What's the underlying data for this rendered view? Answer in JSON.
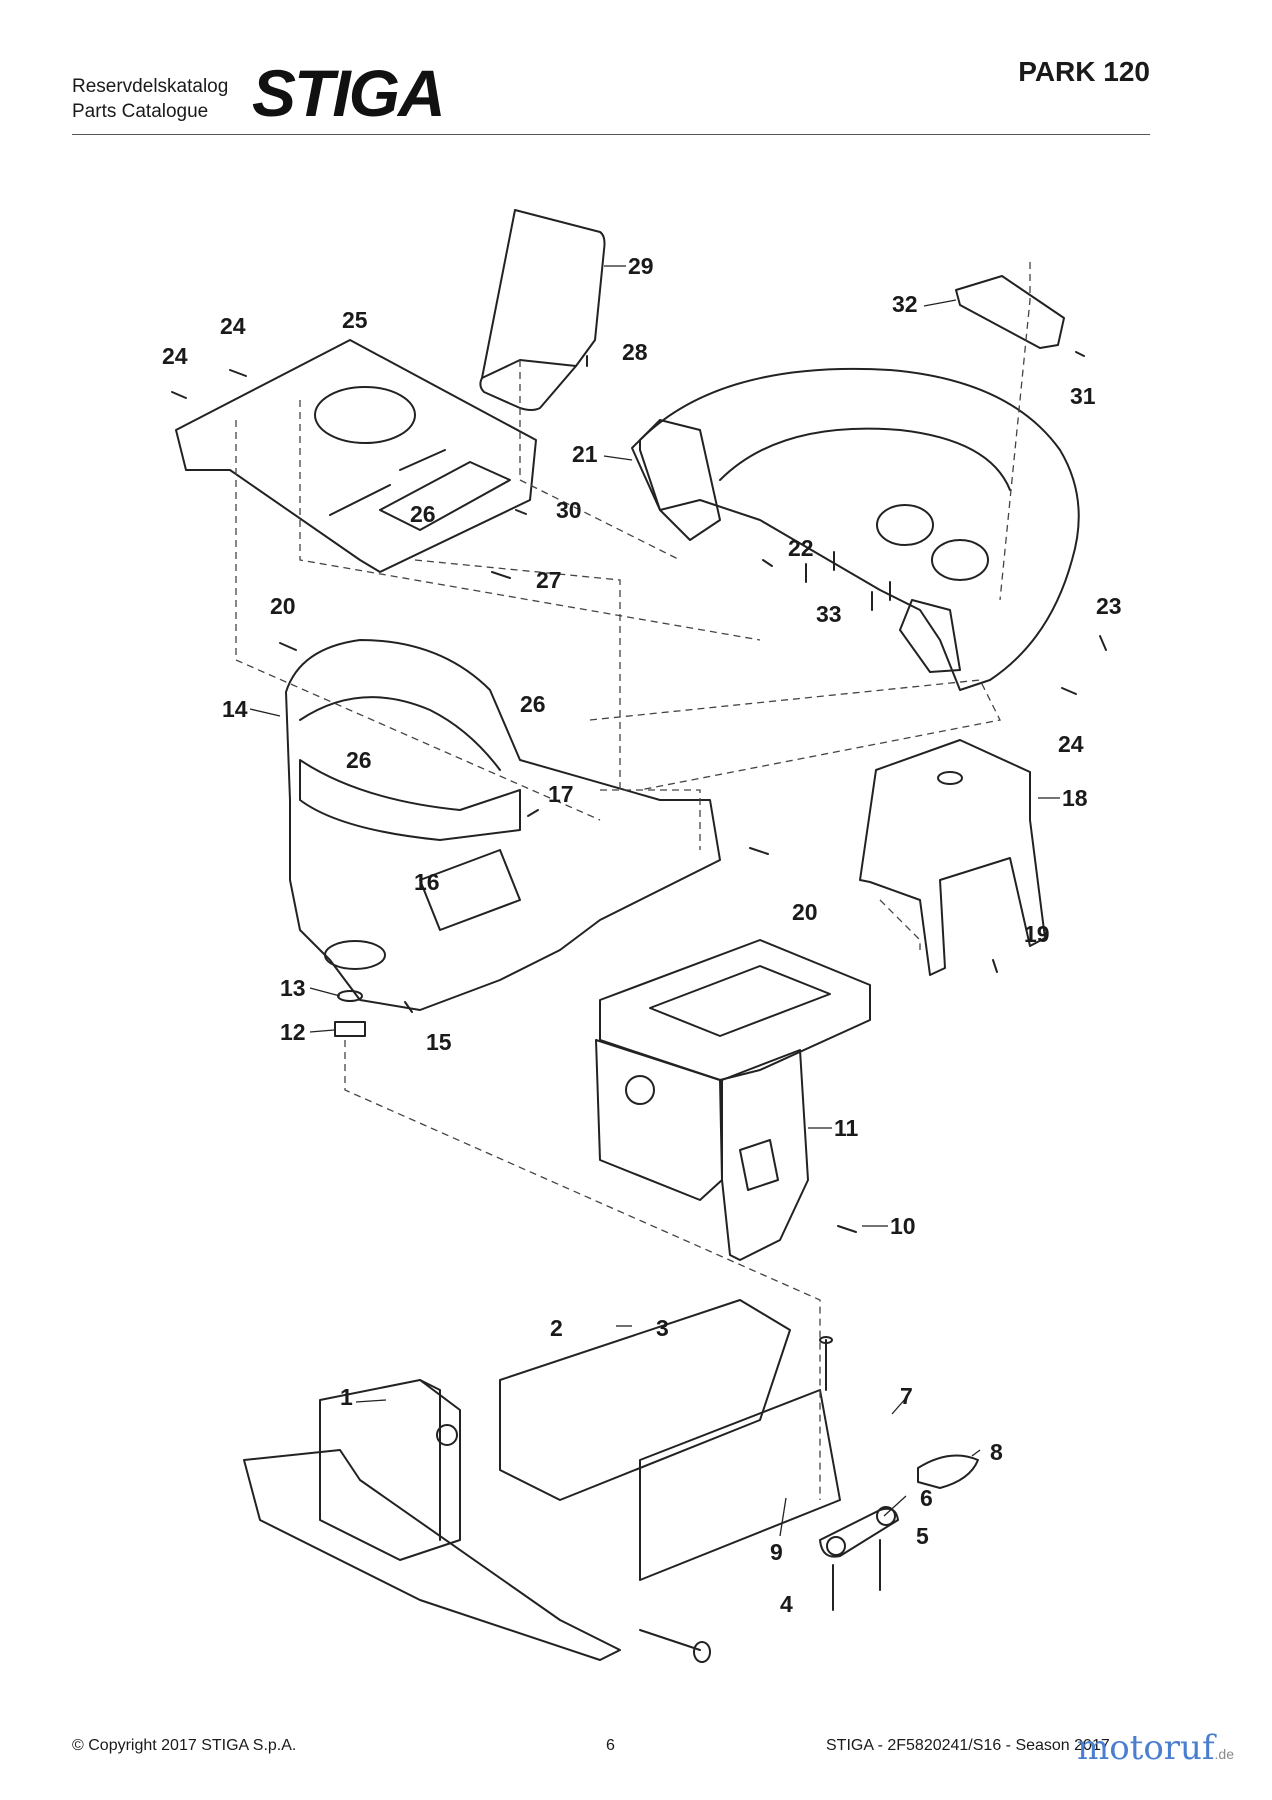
{
  "header": {
    "catalog_line1": "Reservdelskatalog",
    "catalog_line2": "Parts Catalogue",
    "brand": "STIGA",
    "model": "PARK 120"
  },
  "callouts": [
    {
      "id": "c1",
      "label": "1"
    },
    {
      "id": "c2",
      "label": "2"
    },
    {
      "id": "c3",
      "label": "3"
    },
    {
      "id": "c4",
      "label": "4"
    },
    {
      "id": "c5",
      "label": "5"
    },
    {
      "id": "c6",
      "label": "6"
    },
    {
      "id": "c7",
      "label": "7"
    },
    {
      "id": "c8",
      "label": "8"
    },
    {
      "id": "c9",
      "label": "9"
    },
    {
      "id": "c10",
      "label": "10"
    },
    {
      "id": "c11",
      "label": "11"
    },
    {
      "id": "c12",
      "label": "12"
    },
    {
      "id": "c13",
      "label": "13"
    },
    {
      "id": "c14",
      "label": "14"
    },
    {
      "id": "c15",
      "label": "15"
    },
    {
      "id": "c16",
      "label": "16"
    },
    {
      "id": "c17",
      "label": "17"
    },
    {
      "id": "c18",
      "label": "18"
    },
    {
      "id": "c19",
      "label": "19"
    },
    {
      "id": "c20a",
      "label": "20"
    },
    {
      "id": "c20b",
      "label": "20"
    },
    {
      "id": "c21",
      "label": "21"
    },
    {
      "id": "c22",
      "label": "22"
    },
    {
      "id": "c23",
      "label": "23"
    },
    {
      "id": "c24a",
      "label": "24"
    },
    {
      "id": "c24b",
      "label": "24"
    },
    {
      "id": "c24c",
      "label": "24"
    },
    {
      "id": "c25",
      "label": "25"
    },
    {
      "id": "c26a",
      "label": "26"
    },
    {
      "id": "c26b",
      "label": "26"
    },
    {
      "id": "c26c",
      "label": "26"
    },
    {
      "id": "c27",
      "label": "27"
    },
    {
      "id": "c28",
      "label": "28"
    },
    {
      "id": "c29",
      "label": "29"
    },
    {
      "id": "c30",
      "label": "30"
    },
    {
      "id": "c31",
      "label": "31"
    },
    {
      "id": "c32",
      "label": "32"
    },
    {
      "id": "c33",
      "label": "33"
    }
  ],
  "footer": {
    "copyright": "© Copyright 2017 STIGA S.p.A.",
    "page_number": "6",
    "document_code": "STIGA - 2F5820241/S16 - Season 2017"
  },
  "watermark": {
    "name": "motoruf",
    "tld": ".de"
  }
}
